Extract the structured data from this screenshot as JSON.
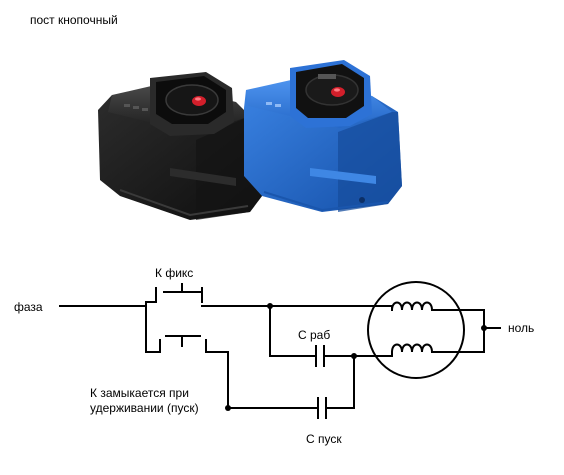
{
  "title": "пост кнопочный",
  "photo": {
    "devices": [
      {
        "name": "black-button-post",
        "body_color": "#1f1f1f",
        "button_color": "#d21f2b"
      },
      {
        "name": "blue-button-post",
        "body_color": "#2a6fd4",
        "button_color": "#d21f2b"
      }
    ]
  },
  "schematic": {
    "labels": {
      "phase": "фаза",
      "neutral": "ноль",
      "k_fix": "К фикс",
      "c_work": "С раб",
      "c_start": "С пуск",
      "k_hold_line1": "К замыкается при",
      "k_hold_line2": "удерживании (пуск)"
    },
    "line_color": "#000000"
  }
}
